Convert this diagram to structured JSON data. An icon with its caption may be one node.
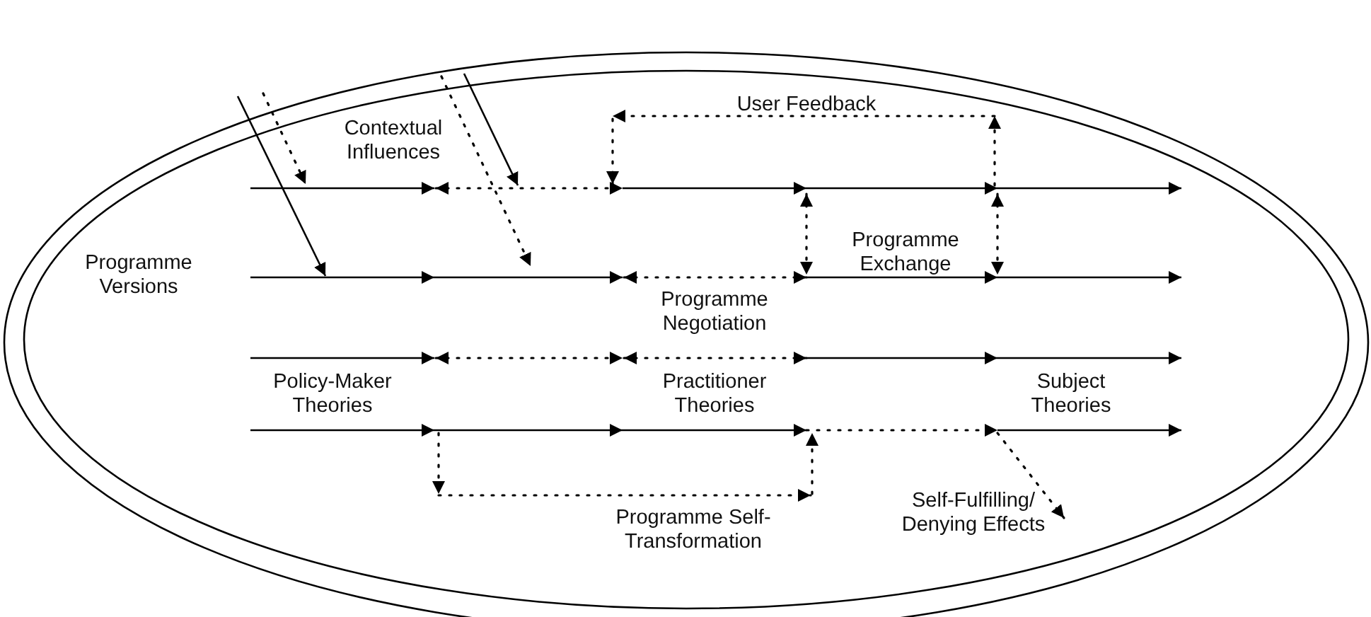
{
  "diagram": {
    "labels": [
      "User Feedback",
      "Contextual Influences",
      "Programme Exchange",
      "Programme Versions",
      "Programme Negotiation",
      "Policy-Maker Theories",
      "Practitioner Theories",
      "Subject Theories",
      "Self-Fulfilling/ Denying Effects",
      "Programme Self-Transformation"
    ]
  }
}
